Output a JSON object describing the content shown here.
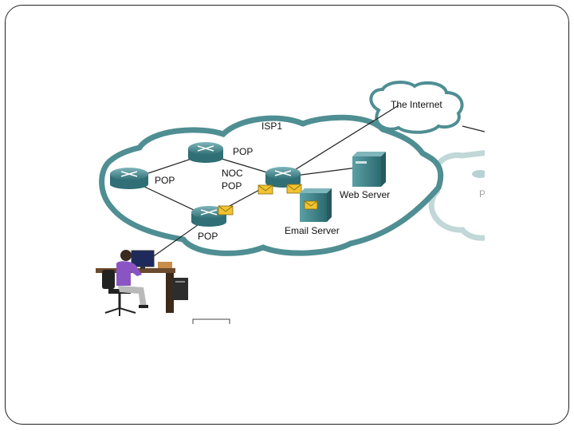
{
  "diagram": {
    "cloud_internet_label": "The Internet",
    "cloud_isp_label": "ISP1",
    "router_pop_top_label": "POP",
    "router_pop_left_label": "POP",
    "router_pop_bottom_label": "POP",
    "noc_label_line1": "NOC",
    "noc_label_line2": "POP",
    "web_server_label": "Web Server",
    "email_server_label": "Email Server",
    "partial_label_right": "P"
  },
  "colors": {
    "cloud_stroke": "#4f8e92",
    "cloud_fill": "#ffffff",
    "router": "#3b7d83",
    "server": "#3e8187",
    "envelope": "#f0c330",
    "user_shirt": "#8a55c2"
  }
}
